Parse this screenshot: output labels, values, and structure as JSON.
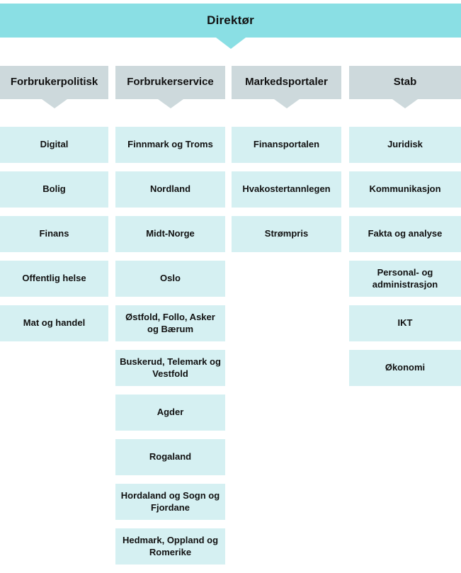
{
  "colors": {
    "banner": "#8adfe4",
    "header": "#cdd9dc",
    "box": "#d5f0f2",
    "text": "#111111",
    "background": "#ffffff"
  },
  "chart_title": "Direktør",
  "root": {
    "label": "Direktør"
  },
  "columns": [
    {
      "header": "Forbrukerpolitisk",
      "items": [
        "Digital",
        "Bolig",
        "Finans",
        "Offentlig helse",
        "Mat og handel"
      ]
    },
    {
      "header": "Forbrukerservice",
      "items": [
        "Finnmark og Troms",
        "Nordland",
        "Midt-Norge",
        "Oslo",
        "Østfold, Follo, Asker og Bærum",
        "Buskerud, Telemark og Vestfold",
        "Agder",
        "Rogaland",
        "Hordaland og Sogn og Fjordane",
        "Hedmark, Oppland og Romerike"
      ]
    },
    {
      "header": "Markedsportaler",
      "items": [
        "Finansportalen",
        "Hvakostertannlegen",
        "Strømpris"
      ]
    },
    {
      "header": "Stab",
      "items": [
        "Juridisk",
        "Kommunikasjon",
        "Fakta og analyse",
        "Personal- og administrasjon",
        "IKT",
        "Økonomi"
      ]
    }
  ]
}
